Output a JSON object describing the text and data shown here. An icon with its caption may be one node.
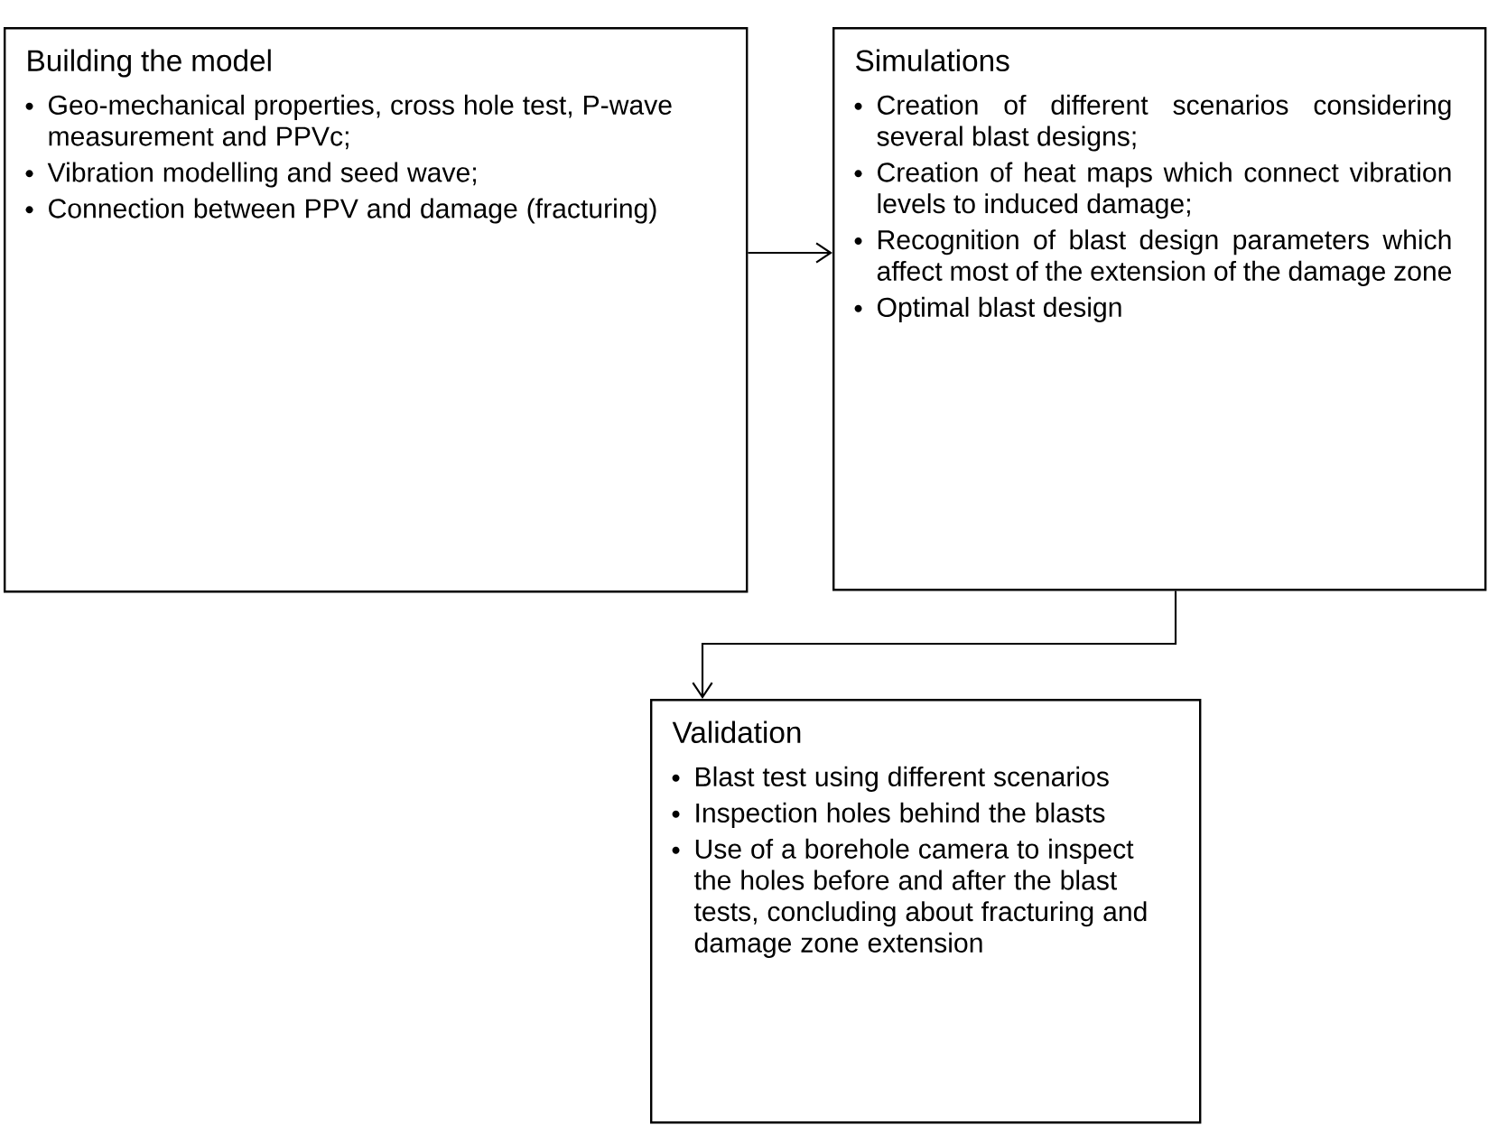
{
  "diagram": {
    "nodes": [
      {
        "text": [
          "Building the model",
          "Geo-mechanical properties, cross hole test, P-wave measurement and PPVc;",
          "Vibration modelling and seed wave;",
          "Connection between PPV and damage (fracturing)"
        ]
      },
      {
        "text": [
          "Simulations",
          "Creation of different scenarios considering several blast designs;",
          "Creation of heat maps which connect vibration levels to induced damage;",
          "Recognition of blast design parameters which affect most of the extension of the damage zone",
          "Optimal blast design"
        ]
      },
      {
        "text": [
          "Validation",
          "Blast test using different scenarios",
          "Inspection holes behind the blasts",
          "Use of a borehole camera to inspect the holes before and after the blast tests, concluding about fracturing and damage zone extension"
        ]
      }
    ],
    "edges": [
      {
        "from": 0,
        "to": 1,
        "arrow": "to"
      },
      {
        "from": 1,
        "to": 2,
        "arrow": "to"
      }
    ]
  }
}
